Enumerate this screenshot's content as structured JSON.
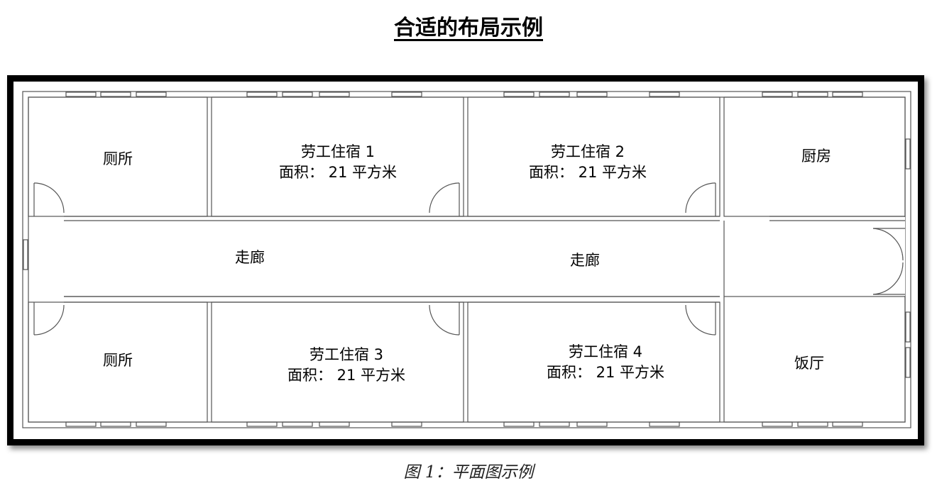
{
  "title": "合适的布局示例",
  "caption": "图 1：平面图示例",
  "rooms": {
    "toilet_top": "厕所",
    "dorm1": {
      "name": "劳工住宿 1",
      "area": "面积：  21 平方米"
    },
    "dorm2": {
      "name": "劳工住宿 2",
      "area": "面积：  21 平方米"
    },
    "kitchen": "厨房",
    "corridor_left": "走廊",
    "corridor_right": "走廊",
    "toilet_bottom": "厕所",
    "dorm3": {
      "name": "劳工住宿 3",
      "area": "面积：  21 平方米"
    },
    "dorm4": {
      "name": "劳工住宿 4",
      "area": "面积：  21 平方米"
    },
    "dining": "饭厅"
  }
}
